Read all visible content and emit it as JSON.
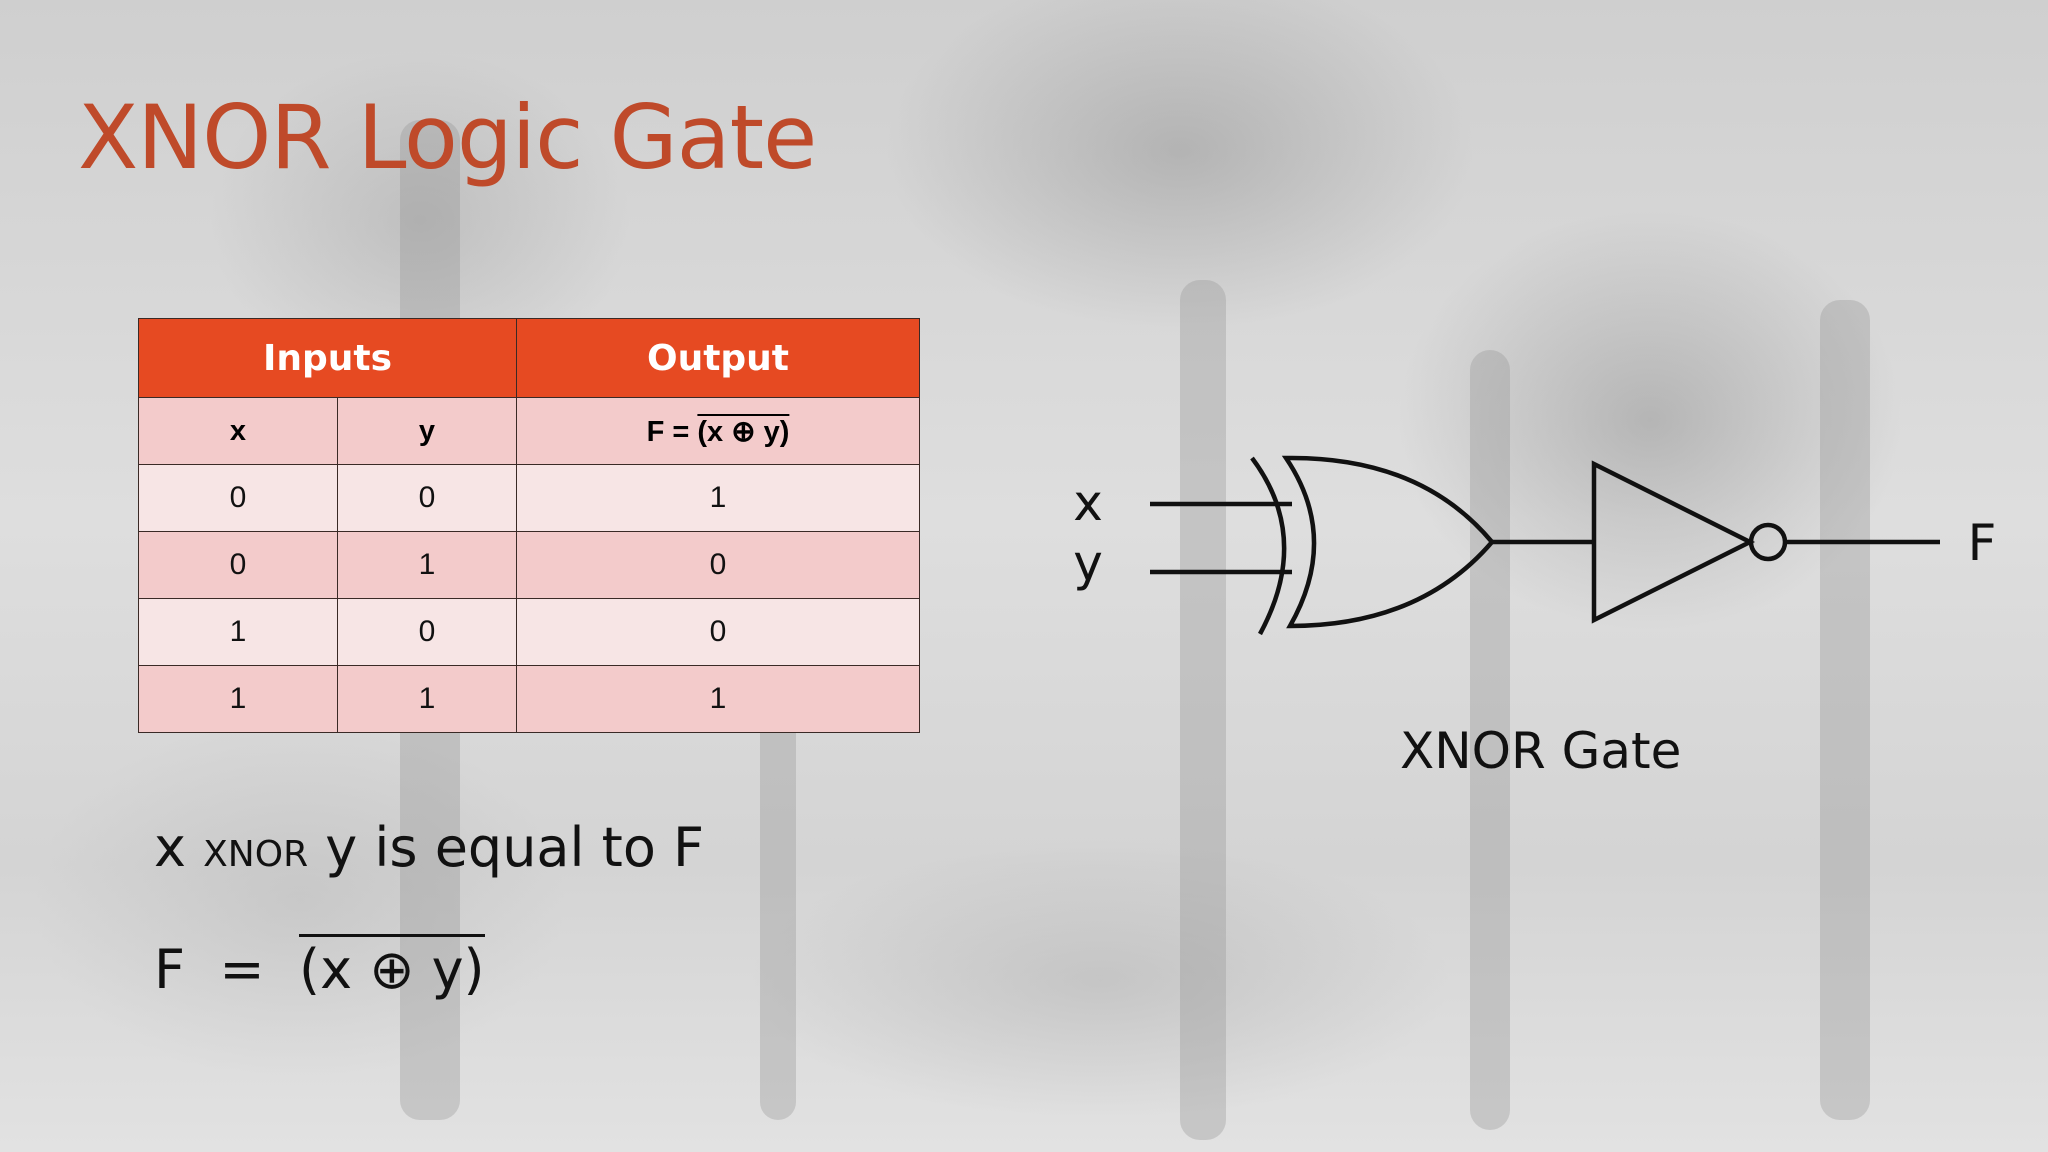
{
  "title": "XNOR Logic Gate",
  "table": {
    "group_headers": [
      "Inputs",
      "Output"
    ],
    "columns": [
      "x",
      "y",
      "F = (x ⊕ y)"
    ],
    "rows": [
      [
        "0",
        "0",
        "1"
      ],
      [
        "0",
        "1",
        "0"
      ],
      [
        "1",
        "0",
        "0"
      ],
      [
        "1",
        "1",
        "1"
      ]
    ]
  },
  "statement": {
    "x": "x",
    "op": "XNOR",
    "rest": "y is equal to F"
  },
  "formula": {
    "lhs": "F",
    "eq": "=",
    "rhs": "(x ⊕ y)"
  },
  "diagram": {
    "input_x": "x",
    "input_y": "y",
    "output": "F",
    "caption": "XNOR Gate"
  },
  "colors": {
    "title": "#bf4a2a",
    "header": "#e64a22",
    "row_dark": "#f3cbcb",
    "row_light": "#f7e5e5"
  }
}
